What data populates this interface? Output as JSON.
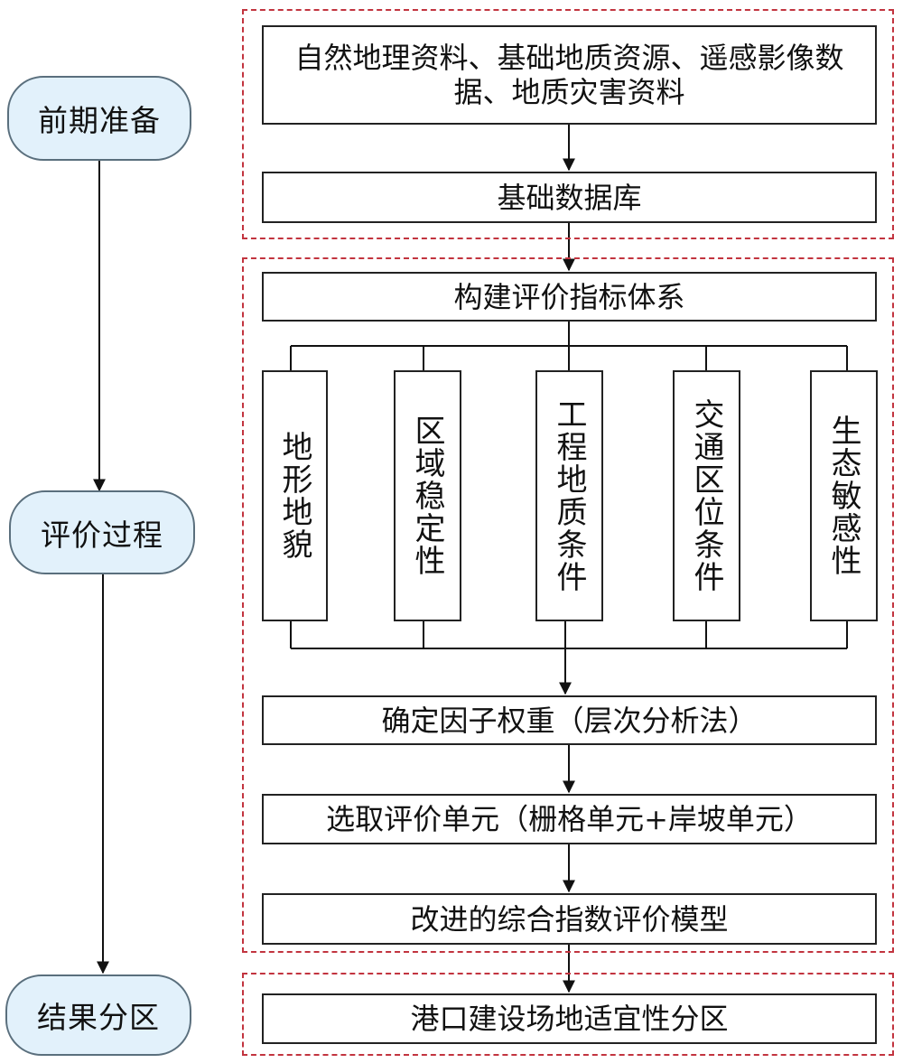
{
  "stages": {
    "prep": "前期准备",
    "eval": "评价过程",
    "result": "结果分区"
  },
  "boxes": {
    "sources": "自然地理资料、基础地质资源、遥感影像数据、地质灾害资料",
    "database": "基础数据库",
    "index_system": "构建评价指标体系",
    "weights": "确定因子权重（层次分析法）",
    "units": "选取评价单元（栅格单元+岸坡单元）",
    "model": "改进的综合指数评价模型",
    "zoning": "港口建设场地适宜性分区"
  },
  "factors": [
    "地形地貌",
    "区域稳定性",
    "工程地质条件",
    "交通区位条件",
    "生态敏感性"
  ],
  "colors": {
    "zone_border": "#c2343f",
    "stage_fill": "#e2f1fb",
    "stage_border": "#5a6f7d"
  }
}
